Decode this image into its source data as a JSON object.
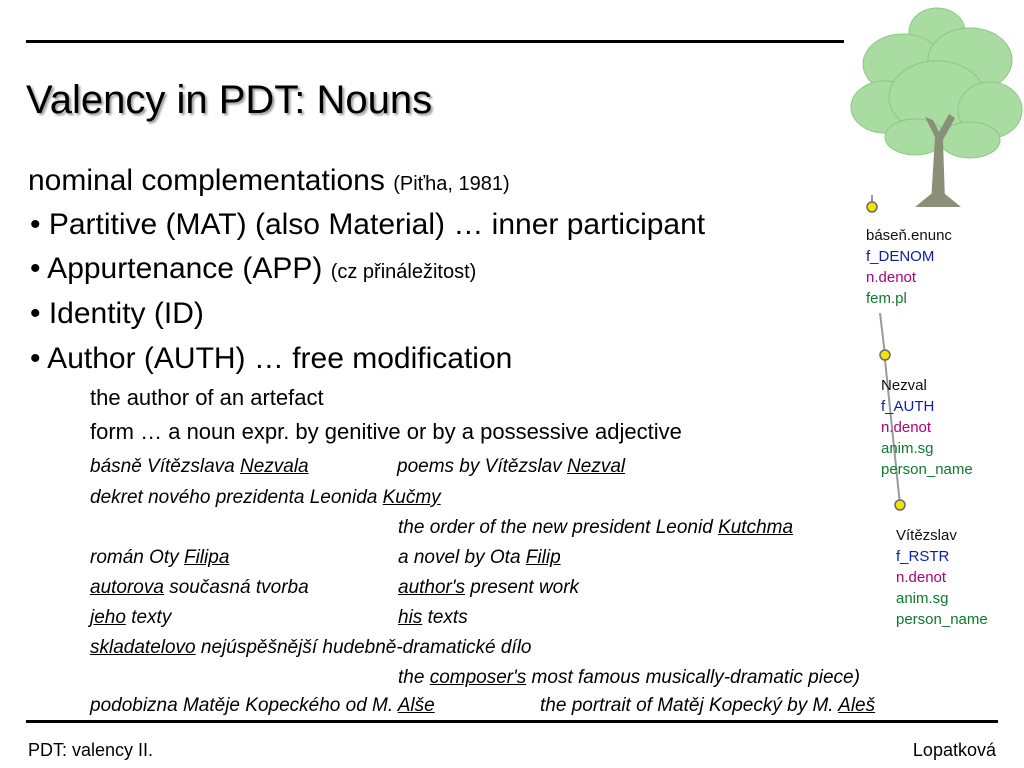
{
  "title": "Valency in PDT: Nouns",
  "intro": {
    "text": "nominal complementations",
    "citation": "(Piťha, 1981)"
  },
  "bullets": [
    {
      "text": "• Partitive (MAT) (also Material) … inner participant"
    },
    {
      "text": "• Appurtenance (APP)",
      "note": "(cz přináležitost)"
    },
    {
      "text": "• Identity (ID)"
    },
    {
      "text": "• Author (AUTH) … free modification"
    }
  ],
  "author_details": [
    "the author of an artefact",
    "form … a noun expr. by genitive or by a possessive adjective"
  ],
  "examples": {
    "ex1": {
      "cz_pre": "básně Vítězslava ",
      "cz_u": "Nezvala",
      "en_pre": "poems by Vítězslav ",
      "en_u": "Nezval"
    },
    "ex2": {
      "cz_pre": "dekret nového prezidenta Leonida ",
      "cz_u": "Kučmy",
      "en_pre": "the order of the new president Leonid ",
      "en_u": "Kutchma"
    },
    "ex3": {
      "cz_pre": "román Oty ",
      "cz_u": "Filipa",
      "en_pre": "a novel by Ota ",
      "en_u": "Filip"
    },
    "ex4": {
      "cz_u": "autorova",
      "cz_post": " současná tvorba",
      "en_u": "author's",
      "en_post": " present work"
    },
    "ex5": {
      "cz_u": "jeho",
      "cz_post": " texty",
      "en_u": "his",
      "en_post": " texts"
    },
    "ex6": {
      "cz_u": "skladatelovo",
      "cz_post": " nejúspěšnější hudebně-dramatické dílo",
      "en_pre": "the ",
      "en_u": "composer's",
      "en_post": " most famous musically-dramatic piece)"
    },
    "ex7": {
      "cz_pre": "podobizna Matěje Kopeckého od M. ",
      "cz_u": "Alše",
      "en_pre": "the portrait of Matěj Kopecký by M. ",
      "en_u": "Aleš"
    }
  },
  "diagram": {
    "node1": [
      "báseň.enunc",
      "f_DENOM",
      "n.denot",
      "fem.pl"
    ],
    "node2": [
      "Nezval",
      "f_AUTH",
      "n.denot",
      "anim.sg",
      "person_name"
    ],
    "node3": [
      "Vítězslav",
      "f_RSTR",
      "n.denot",
      "anim.sg",
      "person_name"
    ]
  },
  "footer": {
    "left": "PDT: valency II.",
    "right": "Lopatková"
  },
  "colors": {
    "node": "#f2e300",
    "line": "#9a9a9a",
    "tree_foliage": "#a8dca0",
    "tree_trunk": "#8a8f78"
  }
}
